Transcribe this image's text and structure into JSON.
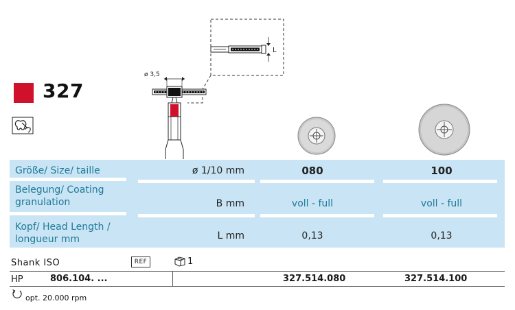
{
  "product": {
    "number": "327",
    "color": "#d0112b",
    "application_icon": "tooth-application-icon"
  },
  "drawing": {
    "diameter_label": "ø 3,5",
    "length_label": "L"
  },
  "specs": {
    "columns": [
      "080",
      "100"
    ],
    "rows": [
      {
        "label_lines": [
          "Größe/ Size/ taille"
        ],
        "unit": "ø 1/10 mm",
        "values": [
          "080",
          "100"
        ]
      },
      {
        "label_lines": [
          "Belegung/ Coating",
          "granulation"
        ],
        "unit": "B mm",
        "values": [
          "voll - full",
          "voll - full"
        ]
      },
      {
        "label_lines": [
          "Kopf/ Head Length /",
          "longueur mm"
        ],
        "unit": "L mm",
        "values": [
          "0,13",
          "0,13"
        ]
      }
    ]
  },
  "ordering": {
    "shank_label": "Shank  ISO",
    "ref_label": "REF",
    "pack_qty": "1",
    "hp_label": "HP",
    "hp_iso": "806.104. ...",
    "codes": [
      "327.514.080",
      "327.514.100"
    ]
  },
  "footer": {
    "rpm": "opt. 20.000 rpm"
  }
}
